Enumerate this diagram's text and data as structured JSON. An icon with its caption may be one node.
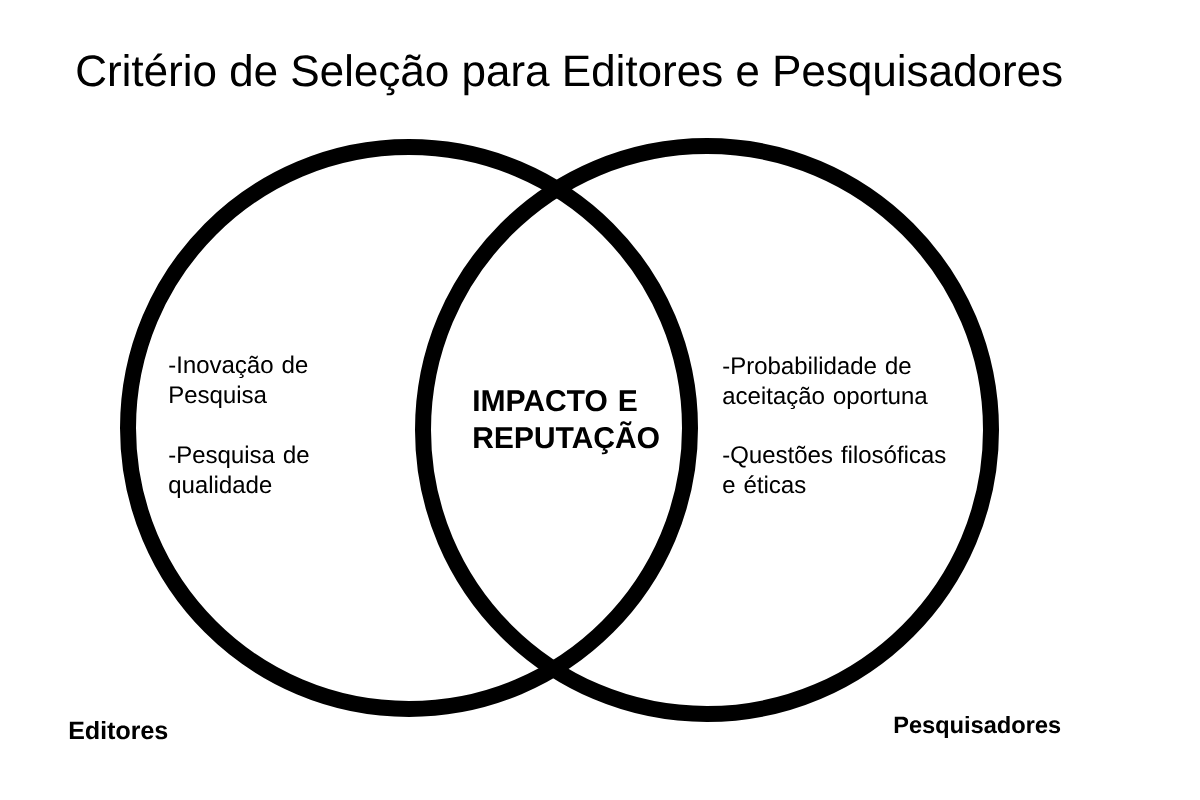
{
  "diagram": {
    "title": "Critério de Seleção para Editores e Pesquisadores",
    "nodes": [
      {
        "text": [
          "-Inovação de Pesquisa",
          "-Pesquisa de qualidade"
        ],
        "beside": [
          "Editores"
        ]
      },
      {
        "text": [
          "-Probabilidade de aceitação oportuna",
          "-Questões filosóficas e éticas"
        ],
        "beside": [
          "Pesquisadores"
        ]
      }
    ],
    "labels": [
      "IMPACTO E REPUTAÇÃO"
    ]
  }
}
